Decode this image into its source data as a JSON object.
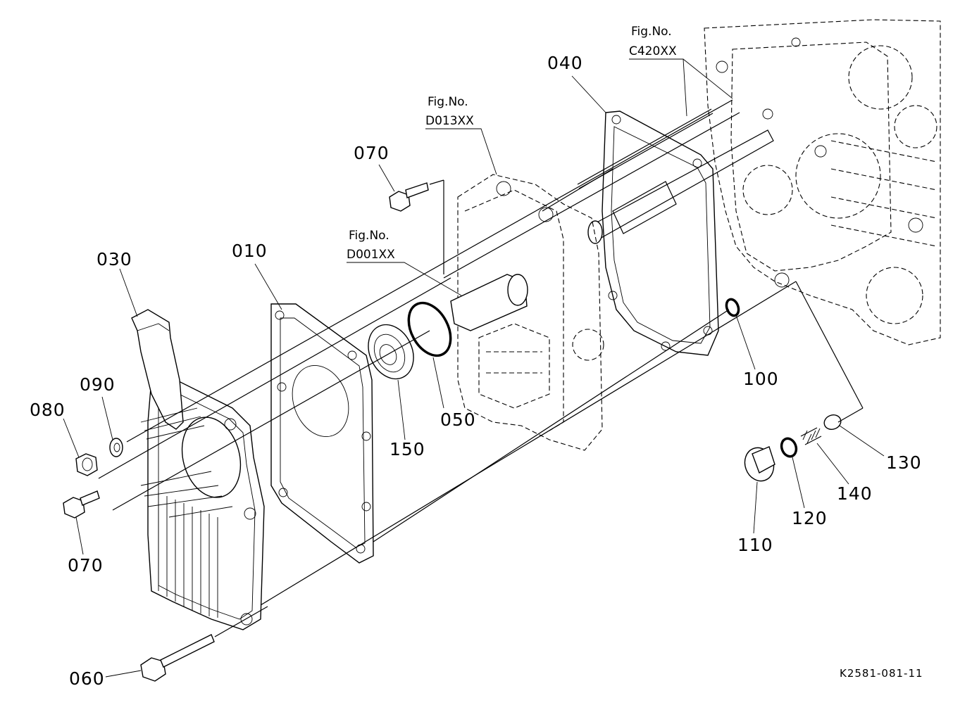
{
  "parts": {
    "p010": "010",
    "p030": "030",
    "p040": "040",
    "p050": "050",
    "p060": "060",
    "p070a": "070",
    "p070b": "070",
    "p080": "080",
    "p090": "090",
    "p100": "100",
    "p110": "110",
    "p120": "120",
    "p130": "130",
    "p140": "140",
    "p150": "150"
  },
  "figrefs": {
    "c420_title": "Fig.No.",
    "c420_code": "C420XX",
    "d013_title": "Fig.No.",
    "d013_code": "D013XX",
    "d001_title": "Fig.No.",
    "d001_code": "D001XX"
  },
  "drawing_code": "K2581-081-11"
}
